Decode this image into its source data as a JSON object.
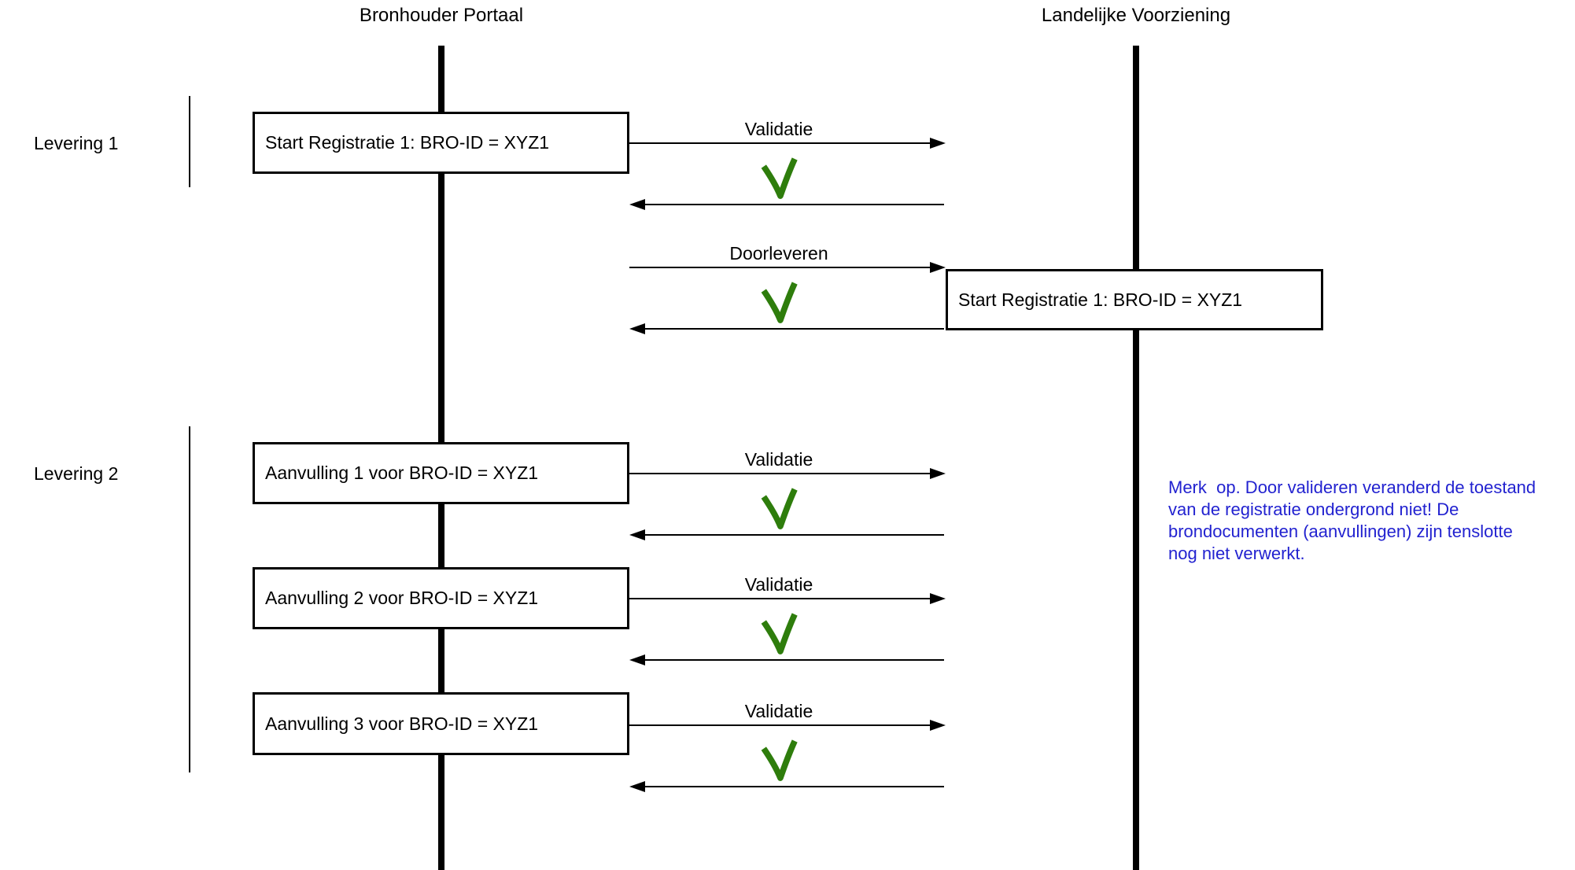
{
  "diagram": {
    "actors": [
      {
        "label": "Bronhouder Portaal"
      },
      {
        "label": "Landelijke Voorziening"
      }
    ],
    "groups": [
      {
        "label": "Levering 1"
      },
      {
        "label": "Levering 2"
      }
    ],
    "boxes": [
      {
        "label": "Start Registratie 1: BRO-ID = XYZ1",
        "lane": "Bronhouder Portaal"
      },
      {
        "label": "Start Registratie 1: BRO-ID = XYZ1",
        "lane": "Landelijke Voorziening"
      },
      {
        "label": "Aanvulling 1 voor BRO-ID = XYZ1",
        "lane": "Bronhouder Portaal"
      },
      {
        "label": "Aanvulling 2 voor BRO-ID = XYZ1",
        "lane": "Bronhouder Portaal"
      },
      {
        "label": "Aanvulling 3 voor BRO-ID = XYZ1",
        "lane": "Bronhouder Portaal"
      }
    ],
    "messages": [
      {
        "label": "Validatie",
        "result_icon": "green-checkmark-icon"
      },
      {
        "label": "Doorleveren",
        "result_icon": "green-checkmark-icon"
      },
      {
        "label": "Validatie",
        "result_icon": "green-checkmark-icon"
      },
      {
        "label": "Validatie",
        "result_icon": "green-checkmark-icon"
      },
      {
        "label": "Validatie",
        "result_icon": "green-checkmark-icon"
      }
    ],
    "note": {
      "lines": [
        "Merk  op. Door valideren veranderd de toestand",
        "van de registratie ondergrond niet! De",
        "brondocumenten (aanvullingen) zijn tenslotte",
        "nog niet verwerkt."
      ]
    },
    "colors": {
      "checkmark_green": "#2E7D0C",
      "note_blue": "#2222D0",
      "line_black": "#000000",
      "background": "#FFFFFF"
    }
  }
}
